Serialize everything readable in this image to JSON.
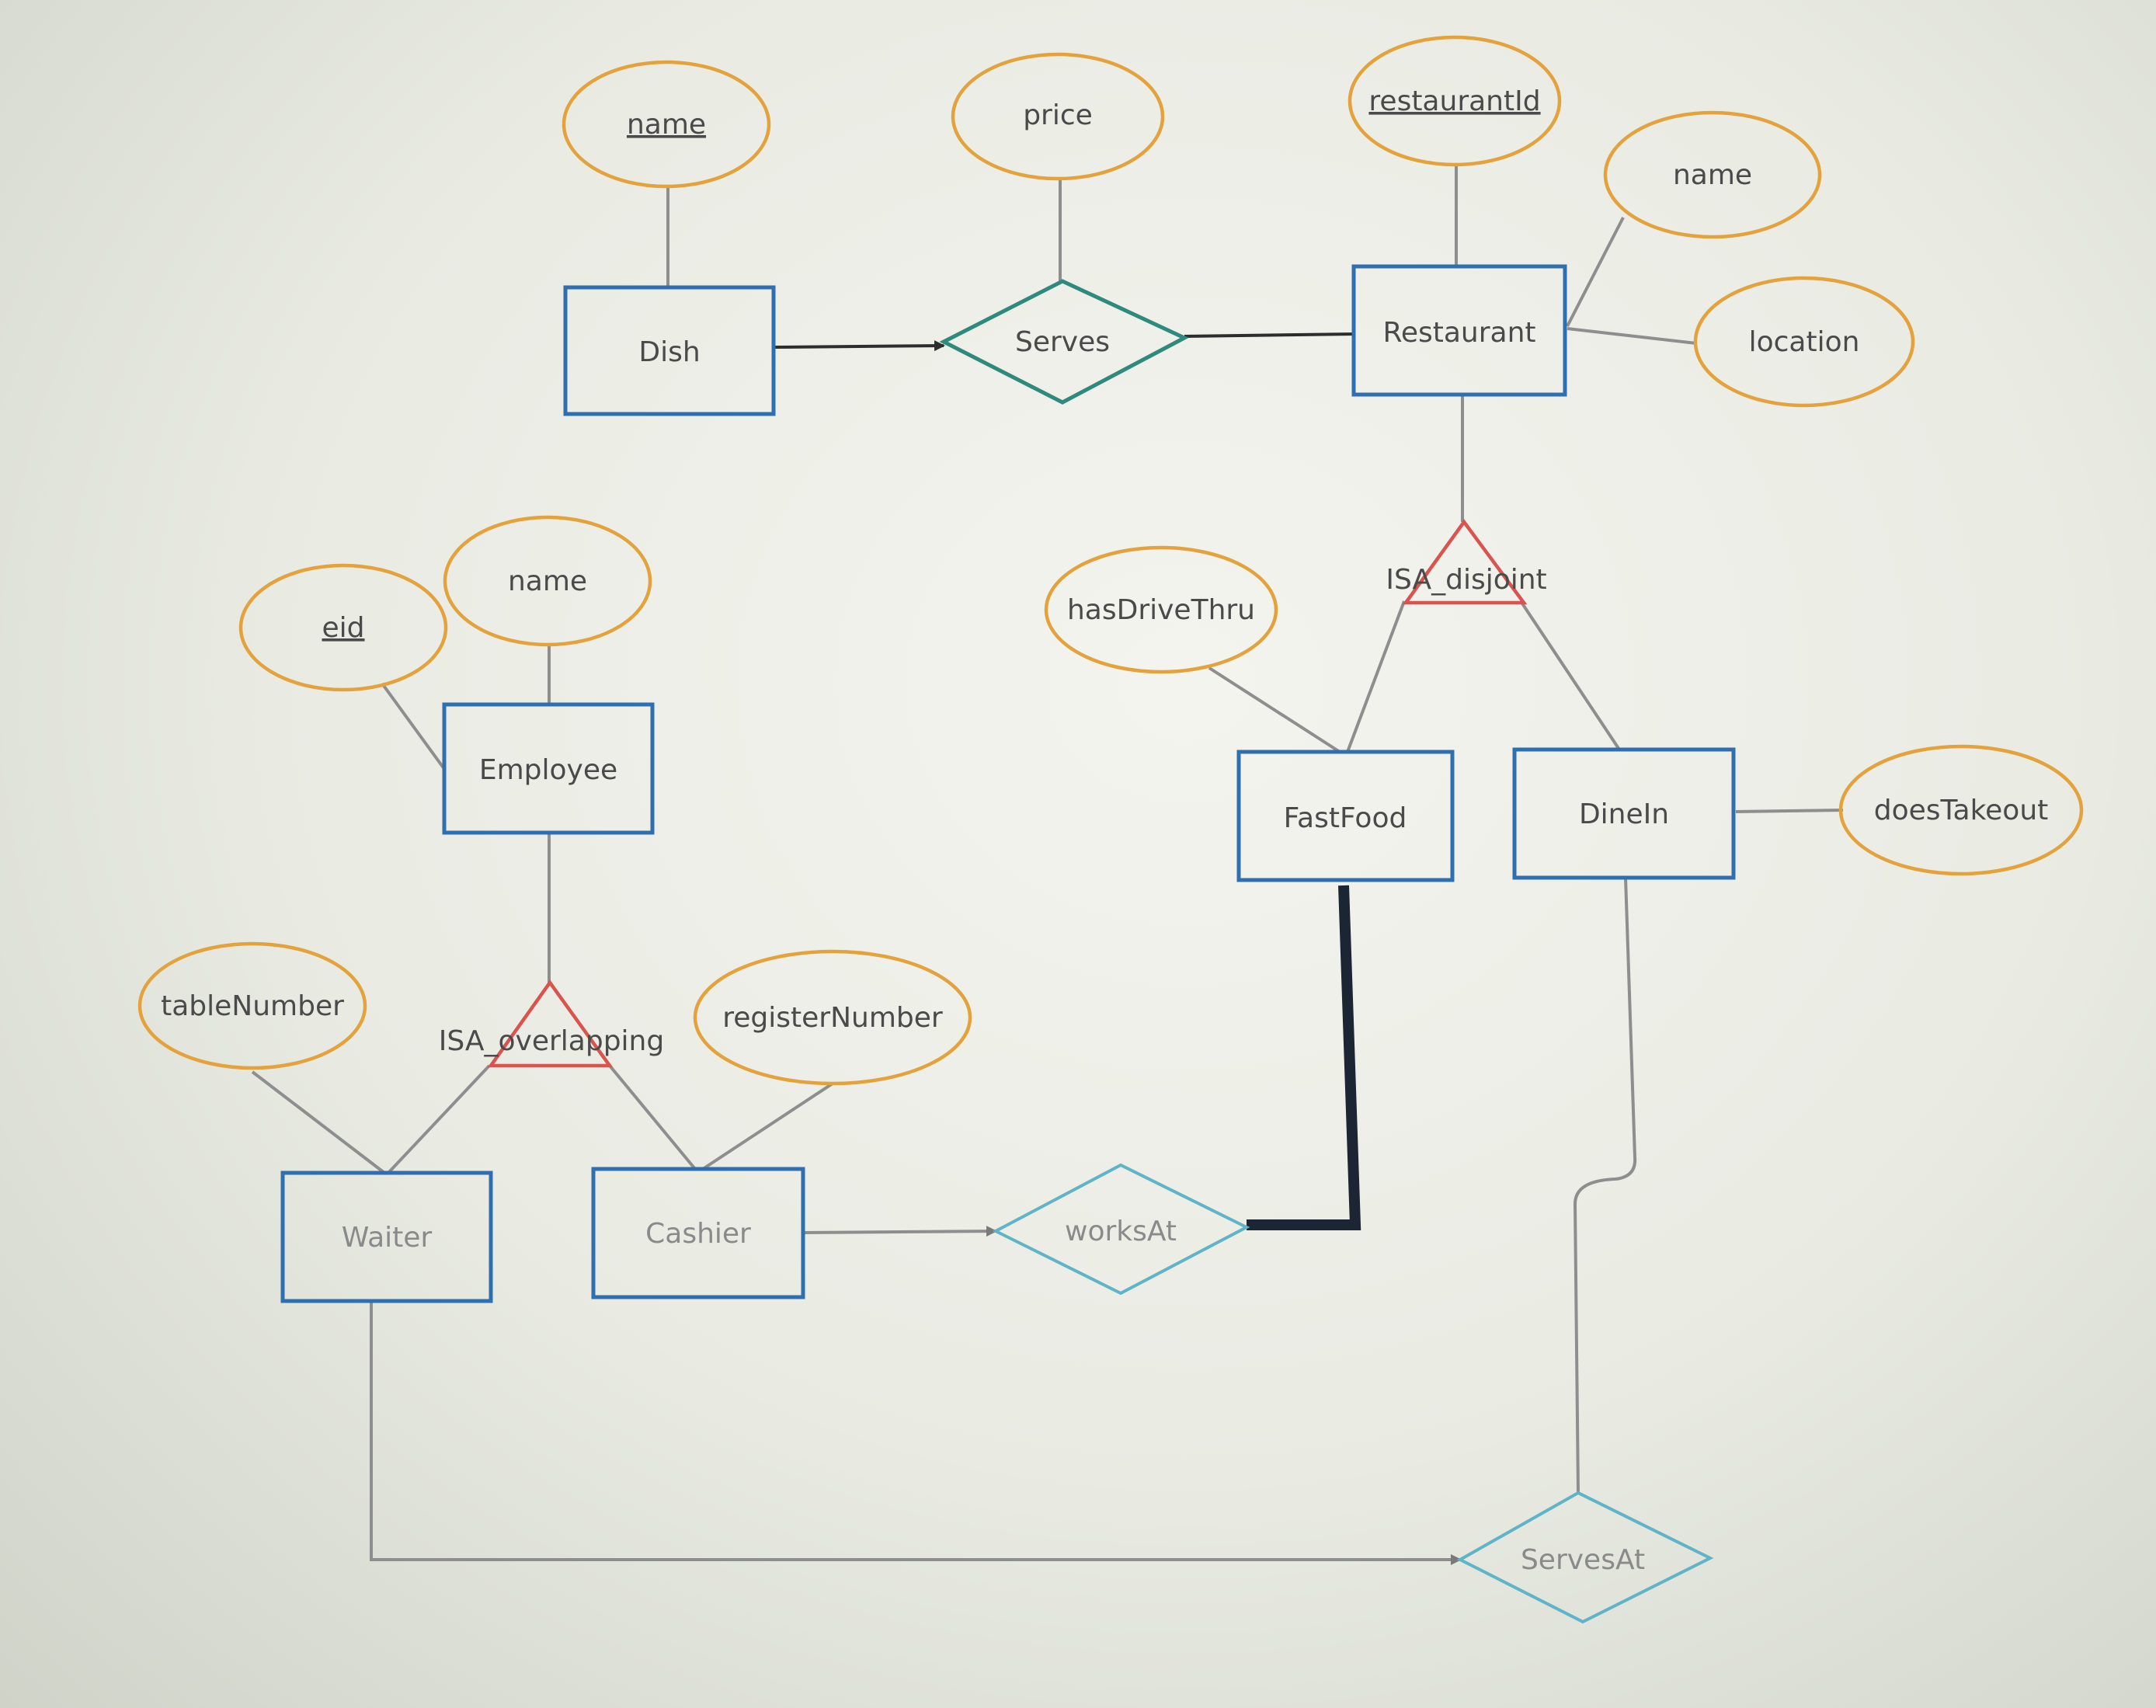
{
  "diagram": {
    "entities": {
      "dish": "Dish",
      "restaurant": "Restaurant",
      "employee": "Employee",
      "fastfood": "FastFood",
      "dinein": "DineIn",
      "waiter": "Waiter",
      "cashier": "Cashier"
    },
    "attributes": {
      "dish_name": "name",
      "serves_price": "price",
      "restaurant_id": "restaurantId",
      "restaurant_name": "name",
      "restaurant_location": "location",
      "has_drive_thru": "hasDriveThru",
      "does_takeout": "doesTakeout",
      "employee_eid": "eid",
      "employee_name": "name",
      "table_number": "tableNumber",
      "register_number": "registerNumber"
    },
    "relationships": {
      "serves": "Serves",
      "works_at": "worksAt",
      "serves_at": "ServesAt"
    },
    "isa": {
      "disjoint": "ISA_disjoint",
      "overlapping": "ISA_overlapping"
    }
  },
  "colors": {
    "entity": "#2f6fb0",
    "attribute": "#e3a23c",
    "relationship_serves": "#2e8a7d",
    "relationship_other": "#5fb4c8",
    "isa": "#d9534f",
    "connector": "#8e8e8e",
    "total_participation": "#1c2533"
  }
}
